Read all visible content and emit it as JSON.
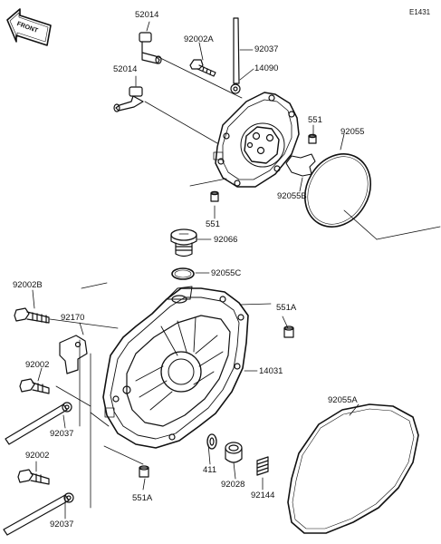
{
  "diagram": {
    "code": "E1431",
    "front_label": "FRONT",
    "parts": [
      {
        "id": "p1",
        "label": "52014"
      },
      {
        "id": "p2",
        "label": "92002A"
      },
      {
        "id": "p3",
        "label": "92037"
      },
      {
        "id": "p4",
        "label": "14090"
      },
      {
        "id": "p5",
        "label": "52014"
      },
      {
        "id": "p6",
        "label": "551"
      },
      {
        "id": "p7",
        "label": "92055"
      },
      {
        "id": "p8",
        "label": "92055B"
      },
      {
        "id": "p9",
        "label": "551"
      },
      {
        "id": "p10",
        "label": "92066"
      },
      {
        "id": "p11",
        "label": "92055C"
      },
      {
        "id": "p12",
        "label": "92002B"
      },
      {
        "id": "p13",
        "label": "551A"
      },
      {
        "id": "p14",
        "label": "92170"
      },
      {
        "id": "p15",
        "label": "92002"
      },
      {
        "id": "p16",
        "label": "14031"
      },
      {
        "id": "p17",
        "label": "92037"
      },
      {
        "id": "p18",
        "label": "92055A"
      },
      {
        "id": "p19",
        "label": "92002"
      },
      {
        "id": "p20",
        "label": "411"
      },
      {
        "id": "p21",
        "label": "92028"
      },
      {
        "id": "p22",
        "label": "92144"
      },
      {
        "id": "p23",
        "label": "551A"
      },
      {
        "id": "p24",
        "label": "92037"
      }
    ]
  }
}
